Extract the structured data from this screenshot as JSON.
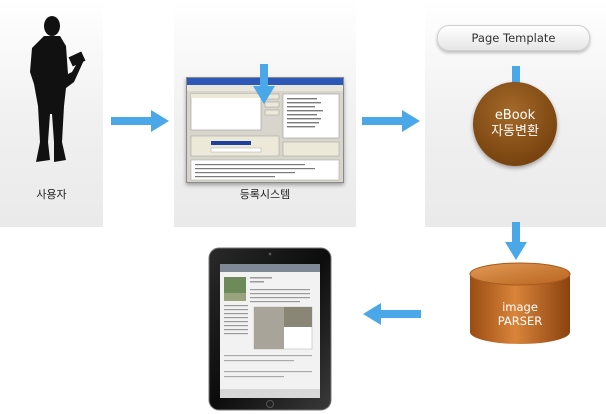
{
  "nodes": {
    "user": "사용자",
    "registration": "등록시스템",
    "page_template": "Page Template",
    "ebook_line1": "eBook",
    "ebook_line2": "자동변환",
    "parser_line1": "image",
    "parser_line2": "PARSER"
  },
  "colors": {
    "arrow": "#4aa8e8",
    "ebook_circle": "#7a4510",
    "cylinder": "#c06a20",
    "panel": "#eeeeee"
  }
}
